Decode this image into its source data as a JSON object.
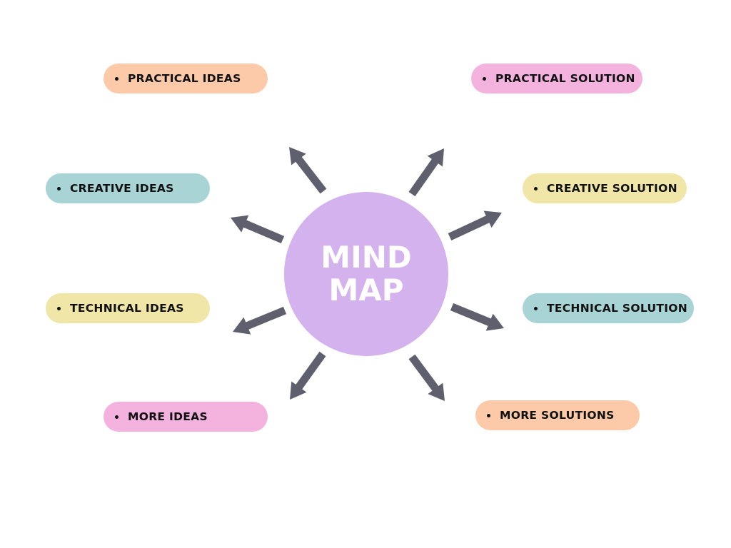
{
  "title": {
    "line1": "MIND",
    "line2": "MAP"
  },
  "colors": {
    "center": "#d3b2ee",
    "arrow": "#5f5f6e",
    "peach": "#fccaa8",
    "teal": "#a9d4d5",
    "yellow": "#efe6a7",
    "pink": "#f3b3de"
  },
  "ideas": [
    {
      "label": "PRACTICAL IDEAS",
      "color": "#fccaa8"
    },
    {
      "label": "CREATIVE IDEAS",
      "color": "#a9d4d5"
    },
    {
      "label": "TECHNICAL IDEAS",
      "color": "#efe6a7"
    },
    {
      "label": "MORE IDEAS",
      "color": "#f3b3de"
    }
  ],
  "solutions": [
    {
      "label": "PRACTICAL SOLUTION",
      "color": "#f3b3de"
    },
    {
      "label": "CREATIVE SOLUTION",
      "color": "#efe6a7"
    },
    {
      "label": "TECHNICAL SOLUTION",
      "color": "#a9d4d5"
    },
    {
      "label": "MORE SOLUTIONS",
      "color": "#fccaa8"
    }
  ]
}
